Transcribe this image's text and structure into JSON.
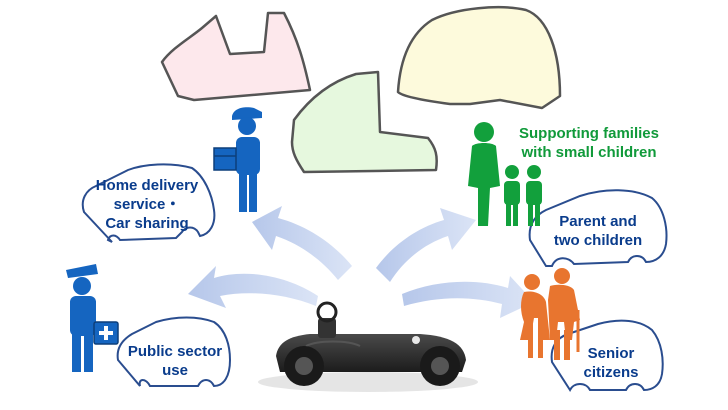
{
  "colors": {
    "label_blue": "#0a3c8c",
    "label_green": "#109a3a",
    "arrow": "#aabde3",
    "person_blue": "#1565c0",
    "person_green": "#12a03c",
    "person_orange": "#e8752f",
    "body_pink": "#fde8ec",
    "body_green": "#e6f8de",
    "body_yellow": "#fdfadc",
    "platform": "#2b2b2b"
  },
  "icons": {
    "delivery": "delivery-worker-icon",
    "officer": "officer-first-aid-icon",
    "family": "family-icon",
    "seniors": "senior-couple-icon",
    "car_bubble": "car-outline-bubble-icon",
    "platform": "vehicle-platform-image"
  },
  "labels": {
    "home_delivery": [
      "Home delivery",
      "service・",
      "Car sharing"
    ],
    "public_sector": [
      "Public sector",
      "use"
    ],
    "families": [
      "Supporting families",
      "with small children"
    ],
    "parent_two": [
      "Parent and",
      "two children"
    ],
    "seniors": [
      "Senior",
      "citizens"
    ]
  }
}
